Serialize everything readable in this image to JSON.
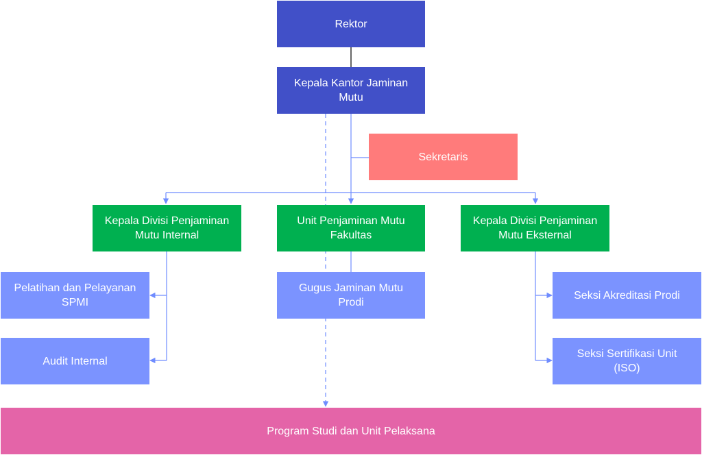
{
  "diagram": {
    "rektor": "Rektor",
    "kepala_kantor": "Kepala Kantor Jaminan\nMutu",
    "sekretaris": "Sekretaris",
    "divisi_internal": "Kepala Divisi Penjaminan\nMutu Internal",
    "unit_fakultas": "Unit Penjaminan Mutu\nFakultas",
    "divisi_eksternal": "Kepala Divisi Penjaminan\nMutu Eksternal",
    "pelatihan": "Pelatihan dan Pelayanan\nSPMI",
    "audit": "Audit Internal",
    "gugus": "Gugus Jaminan Mutu\nProdi",
    "akreditasi": "Seksi Akreditasi Prodi",
    "sertifikasi": "Seksi Sertifikasi Unit\n(ISO)",
    "program_studi": "Program Studi dan Unit Pelaksana"
  },
  "colors": {
    "navy": "#4150c8",
    "coral": "#ff7b7b",
    "green": "#00b050",
    "light_blue": "#7b93ff",
    "pink": "#e464a8",
    "connector": "#6f8cff"
  }
}
